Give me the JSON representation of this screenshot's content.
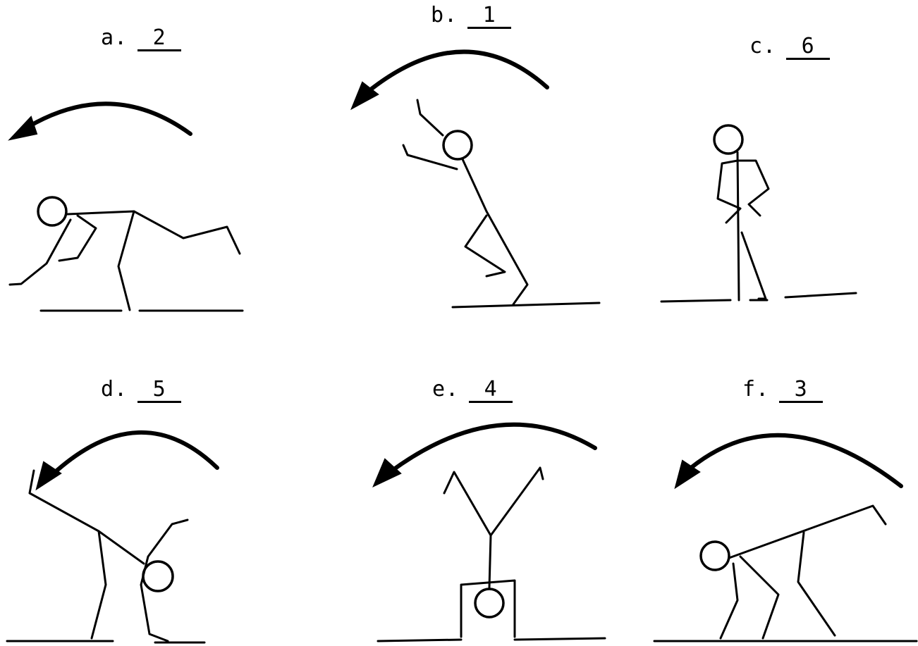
{
  "panels": [
    {
      "letter": "a.",
      "answer": "2"
    },
    {
      "letter": "b.",
      "answer": "1"
    },
    {
      "letter": "c.",
      "answer": "6"
    },
    {
      "letter": "d.",
      "answer": "5"
    },
    {
      "letter": "e.",
      "answer": "4"
    },
    {
      "letter": "f.",
      "answer": "3"
    }
  ],
  "colors": {
    "ink": "#000000",
    "paper": "#ffffff"
  }
}
